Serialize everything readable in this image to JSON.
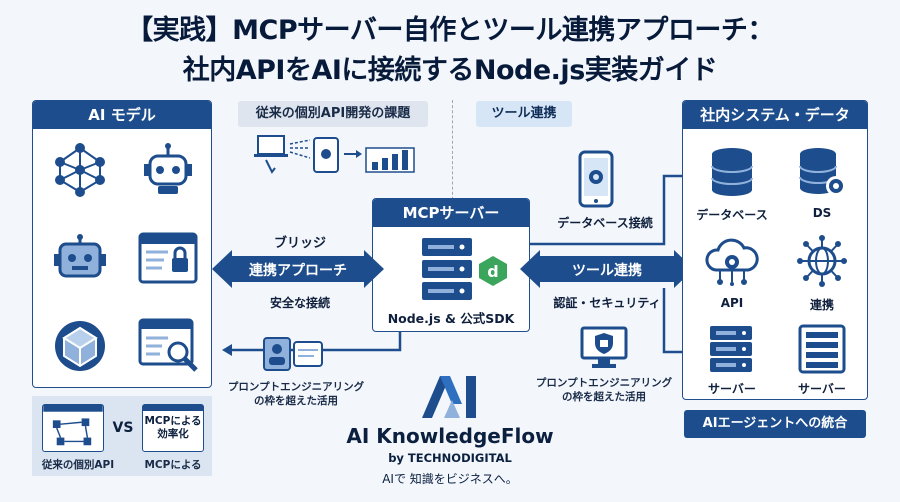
{
  "title": {
    "line1": "【実践】MCPサーバー自作とツール連携アプローチ：",
    "line2": "社内APIをAIに接続するNode.js実装ガイド"
  },
  "left_panel": {
    "header": "AI モデル",
    "icons": [
      "neural-network-icon",
      "robot-head-icon",
      "robot-face-icon",
      "secure-window-icon",
      "cube-model-icon",
      "search-window-icon"
    ]
  },
  "compare_box": {
    "vs": "VS",
    "right_box_text": "MCPによる\n効率化",
    "label_left": "従来の個別API",
    "label_right": "MCPによる"
  },
  "top_tags": {
    "challenge": "従来の個別API開発の課題",
    "tool_link": "ツール連携"
  },
  "bridge": {
    "top": "ブリッジ",
    "band": "連携アプローチ",
    "bottom": "安全な接続"
  },
  "mcp_panel": {
    "header": "MCPサーバー",
    "footer": "Node.js & 公式SDK"
  },
  "tool_band": {
    "band": "ツール連携",
    "bottom": "認証・セキュリティ"
  },
  "db_link_label": "データベース接続",
  "prompt_left": "プロンプトエンジニアリング\nの枠を超えた活用",
  "prompt_right": "プロンプトエンジニアリング\nの枠を超えた活用",
  "right_panel": {
    "header": "社内システム・データ",
    "items": [
      {
        "label": "データベース",
        "icon": "database-icon"
      },
      {
        "label": "DS",
        "icon": "database-gear-icon"
      },
      {
        "label": "API",
        "icon": "cloud-gear-icon"
      },
      {
        "label": "連携",
        "icon": "globe-network-icon"
      },
      {
        "label": "サーバー",
        "icon": "server-icon"
      },
      {
        "label": "サーバー",
        "icon": "server-rack-icon"
      }
    ]
  },
  "agent_tag": "AIエージェントへの統合",
  "brand": {
    "name": "AI KnowledgeFlow",
    "by": "by TECHNODIGITAL",
    "tagline": "AIで 知識をビジネスへ。"
  },
  "colors": {
    "primary": "#1d4d8c",
    "background": "#f3f7fc",
    "accent_green": "#3aa55b"
  }
}
